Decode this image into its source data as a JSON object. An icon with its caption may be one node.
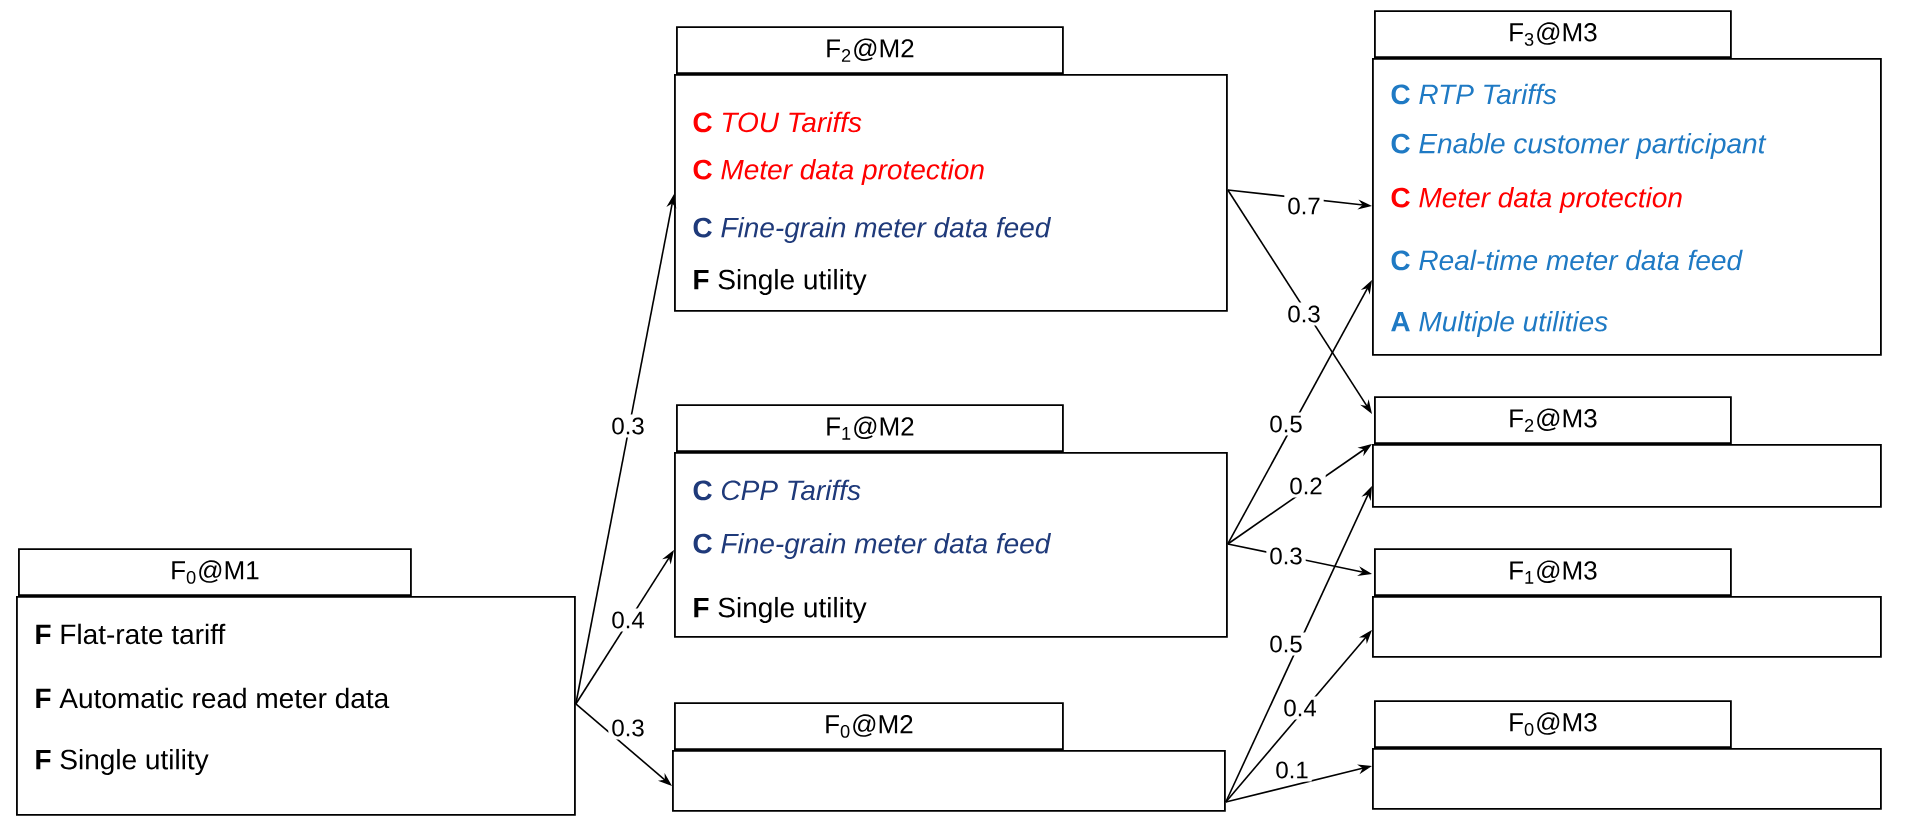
{
  "diagram": {
    "nodes": [
      {
        "text": [
          "F$_{0}$@M1",
          "**F** Flat-rate tariff",
          "**F** Automatic read meter data",
          "**F** Single utility"
        ]
      },
      {
        "text": [
          "F$_{2}$@M2",
          "**C** *TOU Tariffs*",
          "**C** *Meter data protection*",
          "**C** *Fine-grain meter data feed*",
          "**F** Single utility"
        ]
      },
      {
        "text": [
          "F$_{1}$@M2",
          "**C** *CPP Tariffs*",
          "**C** *Fine-grain meter data feed*",
          "**F** Single utility"
        ]
      },
      {
        "text": [
          "F$_{0}$@M2"
        ]
      },
      {
        "text": [
          "F$_{3}$@M3",
          "**C** *RTP Tariffs*",
          "**C** *Enable customer participant*",
          "**C** *Meter data protection*",
          "**C** *Real-time meter data feed*",
          "**A** *Multiple utilities*"
        ]
      },
      {
        "text": [
          "F$_{2}$@M3"
        ]
      },
      {
        "text": [
          "F$_{1}$@M3"
        ]
      },
      {
        "text": [
          "F$_{0}$@M3"
        ]
      }
    ],
    "edges": [
      {
        "from": 0,
        "to": 1,
        "arrow": "to",
        "label": "0.3"
      },
      {
        "from": 0,
        "to": 2,
        "arrow": "to",
        "label": "0.4"
      },
      {
        "from": 0,
        "to": 3,
        "arrow": "to",
        "label": "0.3"
      },
      {
        "from": 1,
        "to": 4,
        "arrow": "to",
        "label": "0.7"
      },
      {
        "from": 1,
        "to": 5,
        "arrow": "to",
        "label": "0.3"
      },
      {
        "from": 2,
        "to": 4,
        "arrow": "to",
        "label": "0.5"
      },
      {
        "from": 2,
        "to": 5,
        "arrow": "to",
        "label": "0.2"
      },
      {
        "from": 2,
        "to": 6,
        "arrow": "to",
        "label": "0.3"
      },
      {
        "from": 3,
        "to": 5,
        "arrow": "to",
        "label": "0.5"
      },
      {
        "from": 3,
        "to": 6,
        "arrow": "to",
        "label": "0.4"
      },
      {
        "from": 3,
        "to": 7,
        "arrow": "to",
        "label": "0.1"
      }
    ]
  }
}
